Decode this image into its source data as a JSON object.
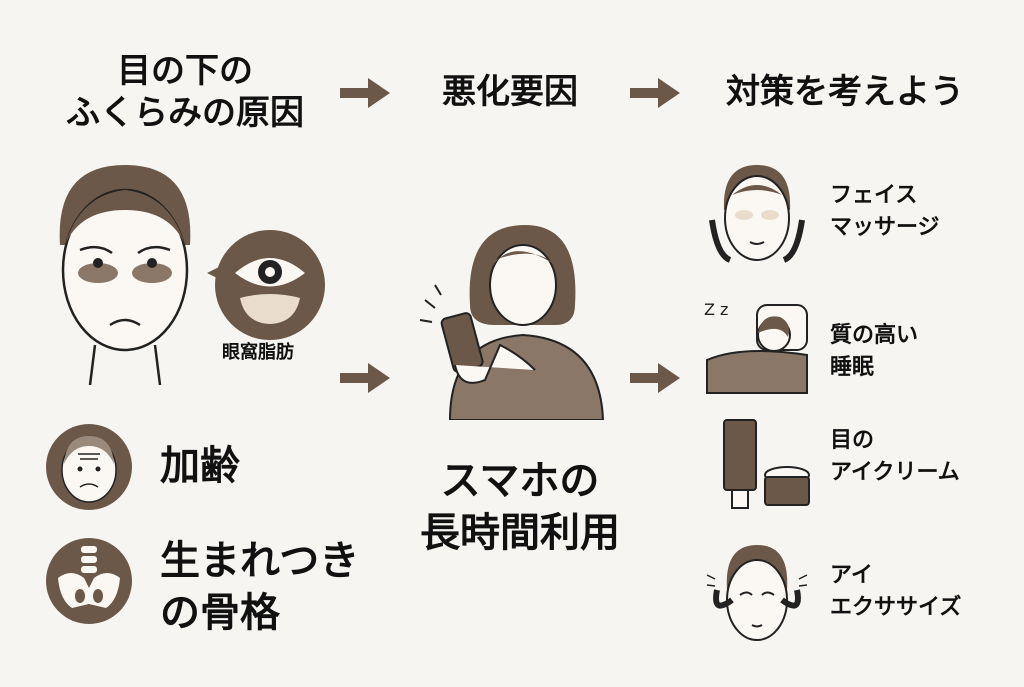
{
  "header": {
    "step1_line1": "目の下の",
    "step1_line2": "ふくらみの原因",
    "step2": "悪化要因",
    "step3": "対策を考えよう"
  },
  "causes": {
    "orbital_fat_label": "眼窩脂肪",
    "aging": "加齢",
    "bone_line1": "生まれつき",
    "bone_line2": "の骨格"
  },
  "aggravating": {
    "line1": "スマホの",
    "line2": "長時間利用"
  },
  "measures": [
    {
      "line1": "フェイス",
      "line2": "マッサージ"
    },
    {
      "line1": "質の高い",
      "line2": "睡眠"
    },
    {
      "line1": "目の",
      "line2": "アイクリーム"
    },
    {
      "line1": "アイ",
      "line2": "エクササイズ"
    }
  ],
  "colors": {
    "accent": "#6b5849",
    "background": "#f7f5f1",
    "skin": "#fbf8f4"
  }
}
